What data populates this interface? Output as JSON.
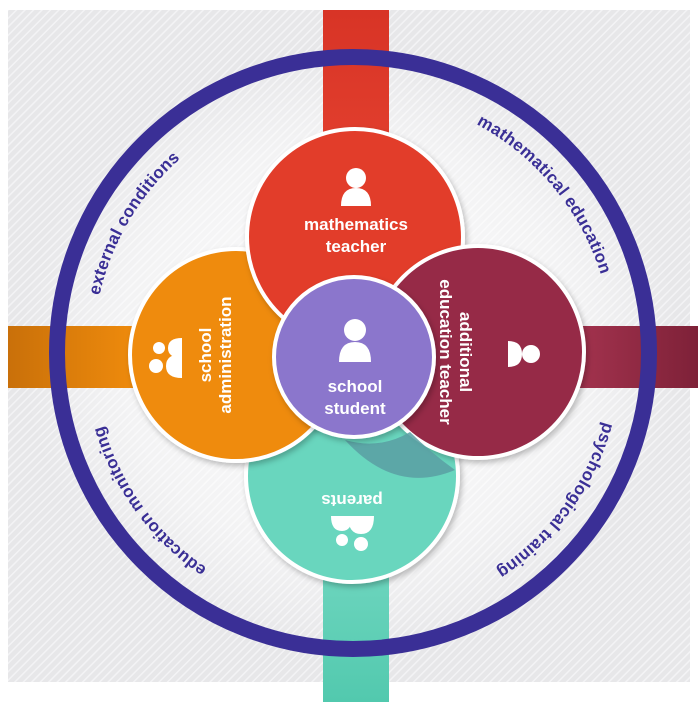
{
  "ring_labels": {
    "top_left": "external conditions",
    "top_right": "mathematical education",
    "bottom_left": "education monitoring",
    "bottom_right": "psychological training"
  },
  "nodes": {
    "top": {
      "line1": "mathematics",
      "line2": "teacher"
    },
    "left": {
      "line1": "school",
      "line2": "administration"
    },
    "right": {
      "line1": "additional",
      "line2": "education teacher"
    },
    "bottom": {
      "line1": "parents"
    },
    "center": {
      "line1": "school",
      "line2": "student"
    }
  },
  "icons": {
    "top": "person-icon",
    "left": "group-icon",
    "right": "person-icon",
    "bottom": "group-icon",
    "center": "person-icon"
  },
  "colors": {
    "ring": "#3a2f96",
    "top": "#e23d2b",
    "left": "#ef8b0c",
    "right": "#962a47",
    "bottom": "#69d6be",
    "center": "#8b76cc"
  }
}
